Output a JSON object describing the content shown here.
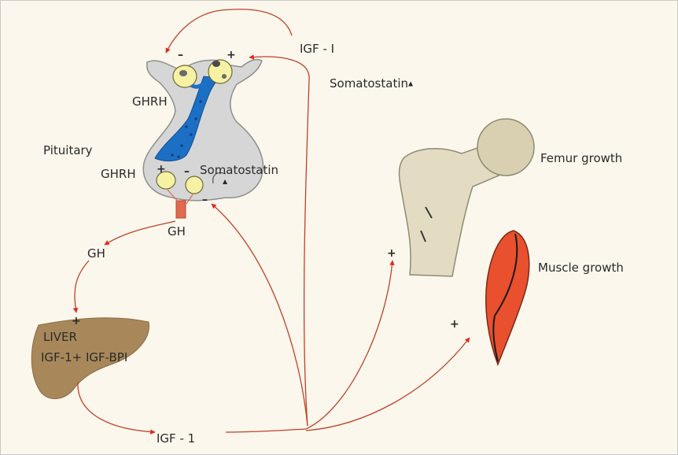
{
  "colors": {
    "background": "#fbf7ec",
    "arrow": "#c0402a",
    "arrowhead": "#e02a1e",
    "hypothalamus_fill": "#d6d6d6",
    "portal_vessels": "#1b6fc4",
    "neuron_fill": "#f7f1a4",
    "liver": "#a8885a",
    "bone": "#e3dcc3",
    "muscle": "#e8502e"
  },
  "labels": {
    "igf1_top": "IGF - I",
    "somatostatin_right": "Somatostatin",
    "ghrh_top": "GHRH",
    "pituitary": "Pituitary",
    "ghrh_mid": "GHRH",
    "somatostatin_mid": "Somatostatin",
    "gh_stalk": "GH",
    "gh_left": "GH",
    "liver": "LIVER",
    "liver_product": "IGF-1+ IGF-BPI",
    "igf1_bottom": "IGF - 1",
    "femur": "Femur growth",
    "muscle": "Muscle growth"
  },
  "signs": {
    "top_left": "–",
    "top_right": "+",
    "ghrh_plus": "+",
    "somato_minus": "–",
    "pit_minus": "–",
    "liver_plus": "+",
    "femur_plus": "+",
    "muscle_plus": "+"
  },
  "icons": {
    "somatostatin_marker": "triangle-icon",
    "arrowhead": "red-triangle-arrowhead"
  }
}
